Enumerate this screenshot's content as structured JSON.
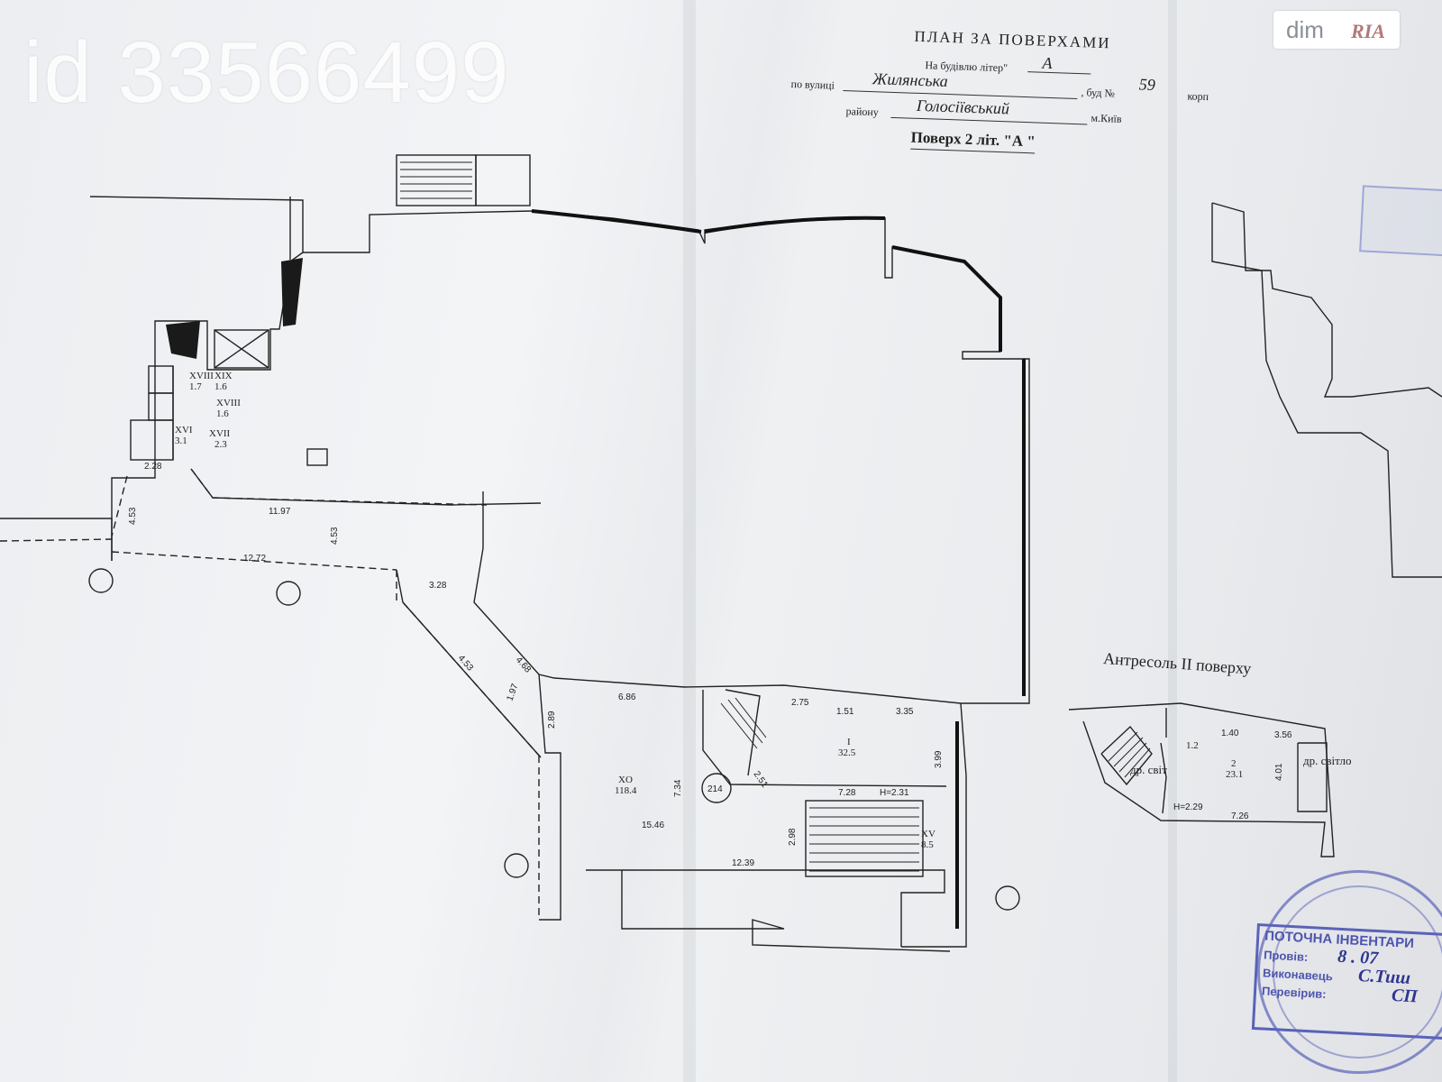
{
  "watermark": {
    "listing_id": "id 33566499",
    "logo_text": "dim",
    "logo_mark": "RIA"
  },
  "header": {
    "title": "ПЛАН ЗА ПОВЕРХАМИ",
    "building_label": "На будівлю літер\"",
    "building_letter": "А",
    "street_label": "по вулиці",
    "street_value": "Жилянська",
    "house_label": ", буд №",
    "house_number": "59",
    "korp_label": "корп",
    "district_label": "району",
    "district_value": "Голосіївський",
    "city_label": "м.Київ",
    "floor_caption": "Поверх 2 літ. \"А \""
  },
  "floor_plan": {
    "room_labels": [
      {
        "id": "XVIII",
        "area": "1.7"
      },
      {
        "id": "XIX",
        "area": "1.6"
      },
      {
        "id": "XVIII",
        "area": "1.6"
      },
      {
        "id": "XVI",
        "area": "3.1"
      },
      {
        "id": "XVII",
        "area": "2.3"
      },
      {
        "id": "XV",
        "area": "8.5"
      },
      {
        "id": "XO",
        "area": "118.4"
      },
      {
        "id": "I",
        "area": "32.5"
      },
      {
        "id": "room_number",
        "area": "214"
      }
    ],
    "dimensions": [
      "2.28",
      "4.53",
      "11.97",
      "4.53",
      "12.72",
      "3.28",
      "4.53",
      "4.68",
      "1.97",
      "2.89",
      "6.86",
      "2.75",
      "1.51",
      "3.35",
      "3.99",
      "7.34",
      "2.51",
      "7.28",
      "H=2.31",
      "15.46",
      "2.98",
      "12.39"
    ]
  },
  "mezzanine": {
    "title": "Антресоль II поверху",
    "room_area": "23.1",
    "room_id": "2",
    "stair_room_area": "1.2",
    "window_label_left": "др. світ",
    "window_label_right": "др. світло",
    "dimensions": [
      "1.40",
      "3.56",
      "4.01",
      "H=2.29",
      "7.26"
    ]
  },
  "stamp": {
    "title": "ПОТОЧНА ІНВЕНТАРИ",
    "checked_label": "Провів:",
    "checked_value": "8 . 07",
    "executor_label": "Виконавець",
    "executor_value": "С.Тиш",
    "verified_label": "Перевірив:",
    "verified_value": "СП"
  },
  "colors": {
    "paper": "#eef0f2",
    "ink": "#222222",
    "stamp": "#4d55ad"
  }
}
